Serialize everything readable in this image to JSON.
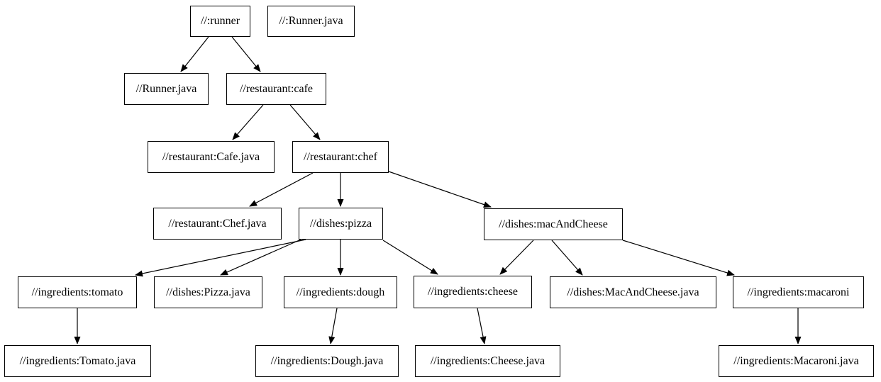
{
  "diagram": {
    "type": "dependency-graph",
    "background_color": "#ffffff",
    "node_border_color": "#000000",
    "node_fill_color": "#ffffff",
    "text_color": "#000000",
    "edge_color": "#000000",
    "nodes": [
      {
        "id": "runner",
        "label": "//:runner"
      },
      {
        "id": "runner-java-root",
        "label": "//:Runner.java"
      },
      {
        "id": "runner-java",
        "label": "//Runner.java"
      },
      {
        "id": "cafe",
        "label": "//restaurant:cafe"
      },
      {
        "id": "cafe-java",
        "label": "//restaurant:Cafe.java"
      },
      {
        "id": "chef",
        "label": "//restaurant:chef"
      },
      {
        "id": "chef-java",
        "label": "//restaurant:Chef.java"
      },
      {
        "id": "pizza",
        "label": "//dishes:pizza"
      },
      {
        "id": "mac-and-cheese",
        "label": "//dishes:macAndCheese"
      },
      {
        "id": "tomato",
        "label": "//ingredients:tomato"
      },
      {
        "id": "pizza-java",
        "label": "//dishes:Pizza.java"
      },
      {
        "id": "dough",
        "label": "//ingredients:dough"
      },
      {
        "id": "cheese",
        "label": "//ingredients:cheese"
      },
      {
        "id": "mac-and-cheese-java",
        "label": "//dishes:MacAndCheese.java"
      },
      {
        "id": "macaroni",
        "label": "//ingredients:macaroni"
      },
      {
        "id": "tomato-java",
        "label": "//ingredients:Tomato.java"
      },
      {
        "id": "dough-java",
        "label": "//ingredients:Dough.java"
      },
      {
        "id": "cheese-java",
        "label": "//ingredients:Cheese.java"
      },
      {
        "id": "macaroni-java",
        "label": "//ingredients:Macaroni.java"
      }
    ],
    "edges": [
      {
        "from": "runner",
        "to": "runner-java"
      },
      {
        "from": "runner",
        "to": "cafe"
      },
      {
        "from": "cafe",
        "to": "cafe-java"
      },
      {
        "from": "cafe",
        "to": "chef"
      },
      {
        "from": "chef",
        "to": "chef-java"
      },
      {
        "from": "chef",
        "to": "pizza"
      },
      {
        "from": "chef",
        "to": "mac-and-cheese"
      },
      {
        "from": "pizza",
        "to": "tomato"
      },
      {
        "from": "pizza",
        "to": "pizza-java"
      },
      {
        "from": "pizza",
        "to": "dough"
      },
      {
        "from": "pizza",
        "to": "cheese"
      },
      {
        "from": "mac-and-cheese",
        "to": "cheese"
      },
      {
        "from": "mac-and-cheese",
        "to": "mac-and-cheese-java"
      },
      {
        "from": "mac-and-cheese",
        "to": "macaroni"
      },
      {
        "from": "tomato",
        "to": "tomato-java"
      },
      {
        "from": "dough",
        "to": "dough-java"
      },
      {
        "from": "cheese",
        "to": "cheese-java"
      },
      {
        "from": "macaroni",
        "to": "macaroni-java"
      }
    ]
  }
}
